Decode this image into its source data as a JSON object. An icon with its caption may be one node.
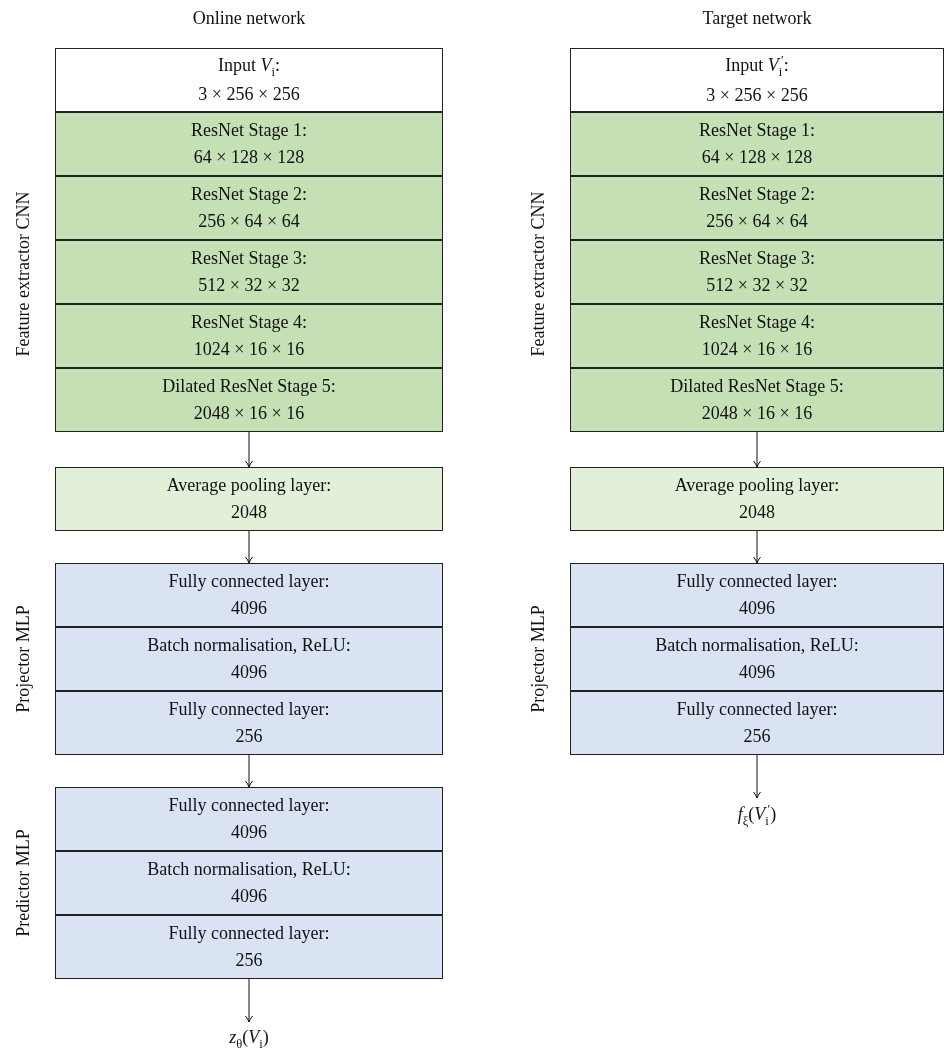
{
  "diagram": {
    "nodes": [
      {
        "text": [
          "Input *V*$_{i}$:",
          "3 × 256 × 256"
        ]
      },
      {
        "text": [
          "ResNet Stage 1:",
          "64 × 128 × 128"
        ]
      },
      {
        "text": [
          "ResNet Stage 2:",
          "256 × 64 × 64"
        ]
      },
      {
        "text": [
          "ResNet Stage 3:",
          "512 × 32 × 32"
        ]
      },
      {
        "text": [
          "ResNet Stage 4:",
          "1024 × 16 × 16"
        ]
      },
      {
        "text": [
          "Dilated ResNet Stage 5:",
          "2048 × 16 × 16"
        ]
      },
      {
        "text": [
          "Average pooling layer:",
          "2048"
        ]
      },
      {
        "text": [
          "Fully connected layer:",
          "4096"
        ]
      },
      {
        "text": [
          "Batch normalisation, ReLU:",
          "4096"
        ]
      },
      {
        "text": [
          "Fully connected layer:",
          "256"
        ]
      },
      {
        "text": [
          "Fully connected layer:",
          "4096"
        ]
      },
      {
        "text": [
          "Batch normalisation, ReLU:",
          "4096"
        ]
      },
      {
        "text": [
          "Fully connected layer:",
          "256"
        ]
      },
      {
        "text": [
          "*z*$_{θ}$(*V*$_{i}$)"
        ]
      },
      {
        "text": [
          "Input *V*$_{i}$$^{′}$:",
          "3 × 256 × 256"
        ]
      },
      {
        "text": [
          "ResNet Stage 1:",
          "64 × 128 × 128"
        ]
      },
      {
        "text": [
          "ResNet Stage 2:",
          "256 × 64 × 64"
        ]
      },
      {
        "text": [
          "ResNet Stage 3:",
          "512 × 32 × 32"
        ]
      },
      {
        "text": [
          "ResNet Stage 4:",
          "1024 × 16 × 16"
        ]
      },
      {
        "text": [
          "Dilated ResNet Stage 5:",
          "2048 × 16 × 16"
        ]
      },
      {
        "text": [
          "Average pooling layer:",
          "2048"
        ]
      },
      {
        "text": [
          "Fully connected layer:",
          "4096"
        ]
      },
      {
        "text": [
          "Batch normalisation, ReLU:",
          "4096"
        ]
      },
      {
        "text": [
          "Fully connected layer:",
          "256"
        ]
      },
      {
        "text": [
          "*f*$_{ξ}$(*V*$_{i}$$^{′}$)"
        ]
      }
    ],
    "edges": [
      {
        "from": 5,
        "to": 6,
        "arrow": "to"
      },
      {
        "from": 6,
        "to": 7,
        "arrow": "to"
      },
      {
        "from": 9,
        "to": 10,
        "arrow": "to"
      },
      {
        "from": 12,
        "to": 13,
        "arrow": "to"
      },
      {
        "from": 19,
        "to": 20,
        "arrow": "to"
      },
      {
        "from": 20,
        "to": 21,
        "arrow": "to"
      },
      {
        "from": 23,
        "to": 24,
        "arrow": "to"
      }
    ],
    "labels": [
      "Online network",
      "Target network",
      "Feature extractor CNN",
      "Feature extractor CNN",
      "Projector MLP",
      "Projector MLP",
      "Predictor MLP"
    ]
  }
}
